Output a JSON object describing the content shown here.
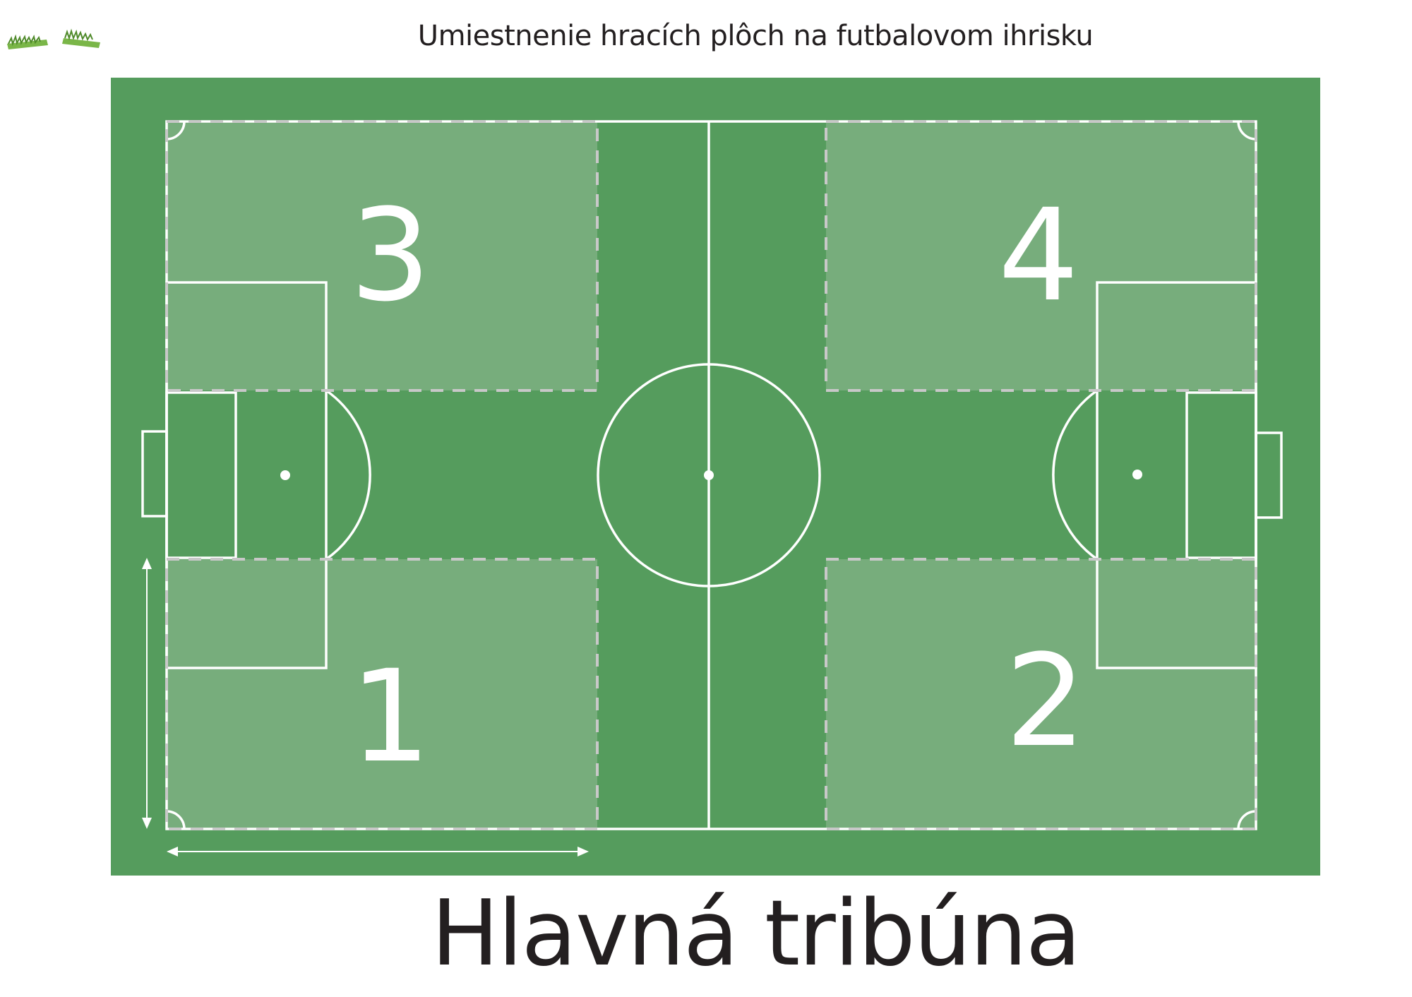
{
  "title": "Umiestnenie hracích plôch na futbalovom ihrisku",
  "zones": [
    {
      "number": "1",
      "position": "bottom-left"
    },
    {
      "number": "2",
      "position": "bottom-right"
    },
    {
      "number": "3",
      "position": "top-left"
    },
    {
      "number": "4",
      "position": "top-right"
    }
  ],
  "stand_label": "Hlavná tribúna",
  "colors": {
    "pitch": "#559c5d",
    "zone_overlay": "#77ad7c",
    "lines": "#ffffff",
    "dashed_lines": "#c8c8c8",
    "text": "#231f20"
  },
  "icons": [
    "grass-icon",
    "grass-icon"
  ]
}
